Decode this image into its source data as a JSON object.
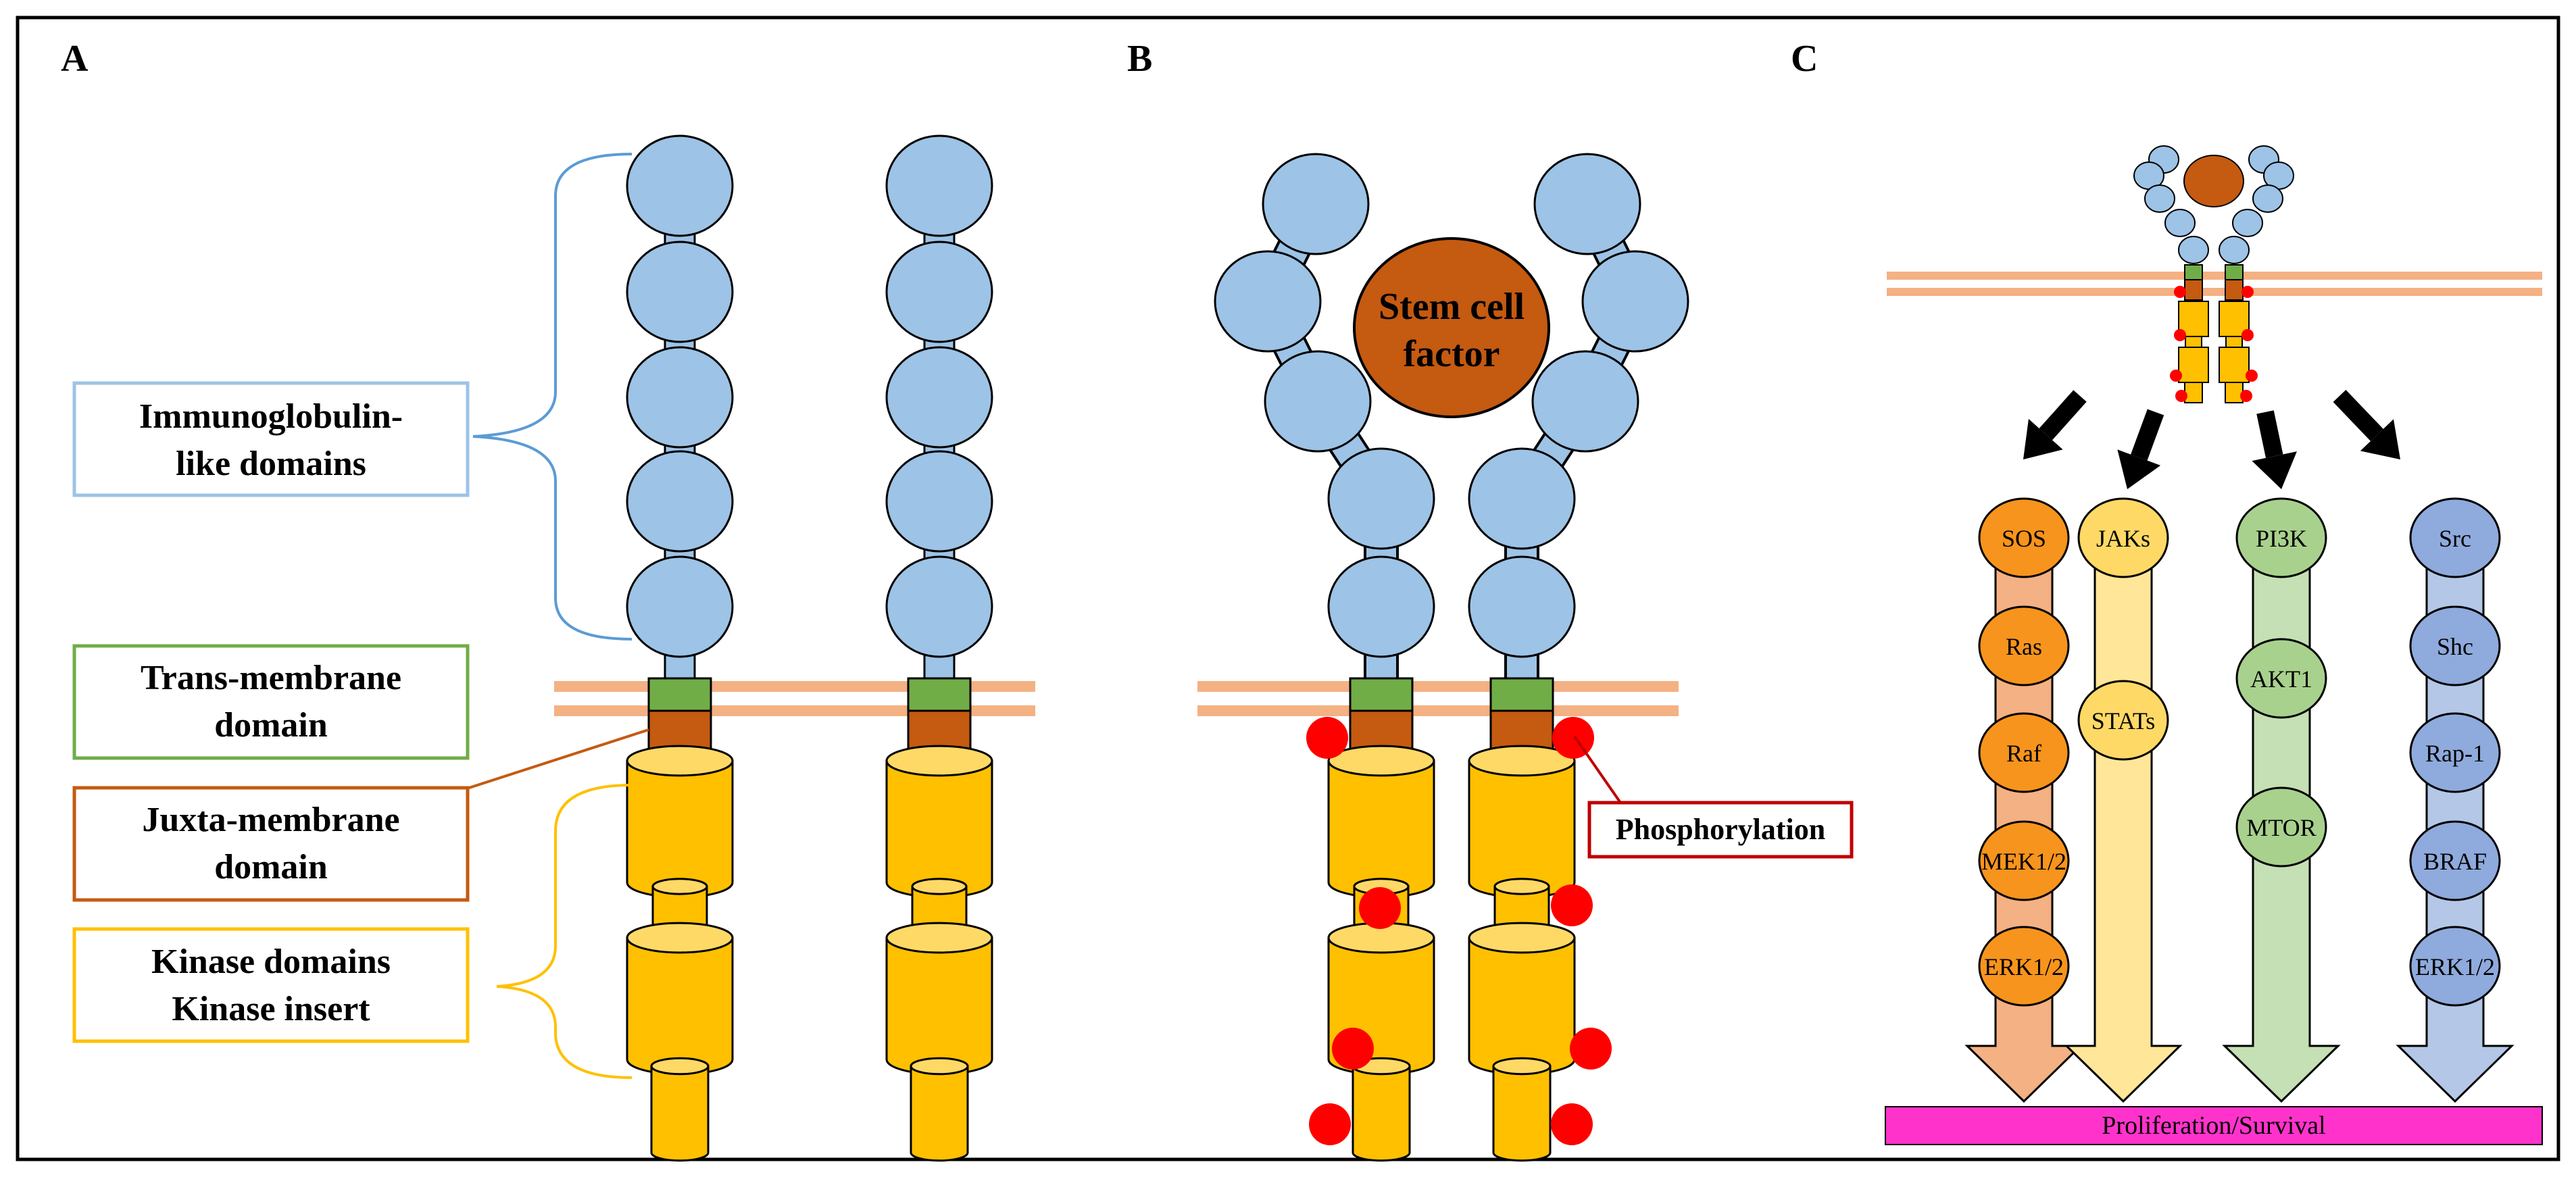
{
  "panels": {
    "a": {
      "letter": "A",
      "labels": {
        "ig_line1": "Immunoglobulin-",
        "ig_line2": "like domains",
        "tm_line1": "Trans-membrane",
        "tm_line2": "domain",
        "jm_line1": "Juxta-membrane",
        "jm_line2": "domain",
        "kin_line1": "Kinase domains",
        "kin_line2": "Kinase insert"
      }
    },
    "b": {
      "letter": "B",
      "ligand_line1": "Stem cell",
      "ligand_line2": "factor",
      "phospho_label": "Phosphorylation"
    },
    "c": {
      "letter": "C",
      "pathways": [
        {
          "name": "sos-ras-pathway",
          "nodes": [
            "SOS",
            "Ras",
            "Raf",
            "MEK1/2",
            "ERK1/2"
          ],
          "color": "#f7941d",
          "arrow_color": "#f4b183"
        },
        {
          "name": "jak-stat-pathway",
          "nodes": [
            "JAKs",
            "STATs"
          ],
          "color": "#ffd966",
          "arrow_color": "#ffe699"
        },
        {
          "name": "pi3k-akt-pathway",
          "nodes": [
            "PI3K",
            "AKT1",
            "MTOR"
          ],
          "color": "#a9d18e",
          "arrow_color": "#c5e0b4"
        },
        {
          "name": "src-pathway",
          "nodes": [
            "Src",
            "Shc",
            "Rap-1",
            "BRAF",
            "ERK1/2"
          ],
          "color": "#8faadc",
          "arrow_color": "#b4c7e7"
        }
      ],
      "outcome": "Proliferation/Survival"
    }
  },
  "colors": {
    "ig_domain": "#9dc3e6",
    "transmembrane": "#70ad47",
    "juxtamembrane": "#c55a11",
    "kinase": "#ffc000",
    "membrane": "#f4b183",
    "phospho": "#ff0000",
    "outcome_bar": "#ff33cc"
  }
}
